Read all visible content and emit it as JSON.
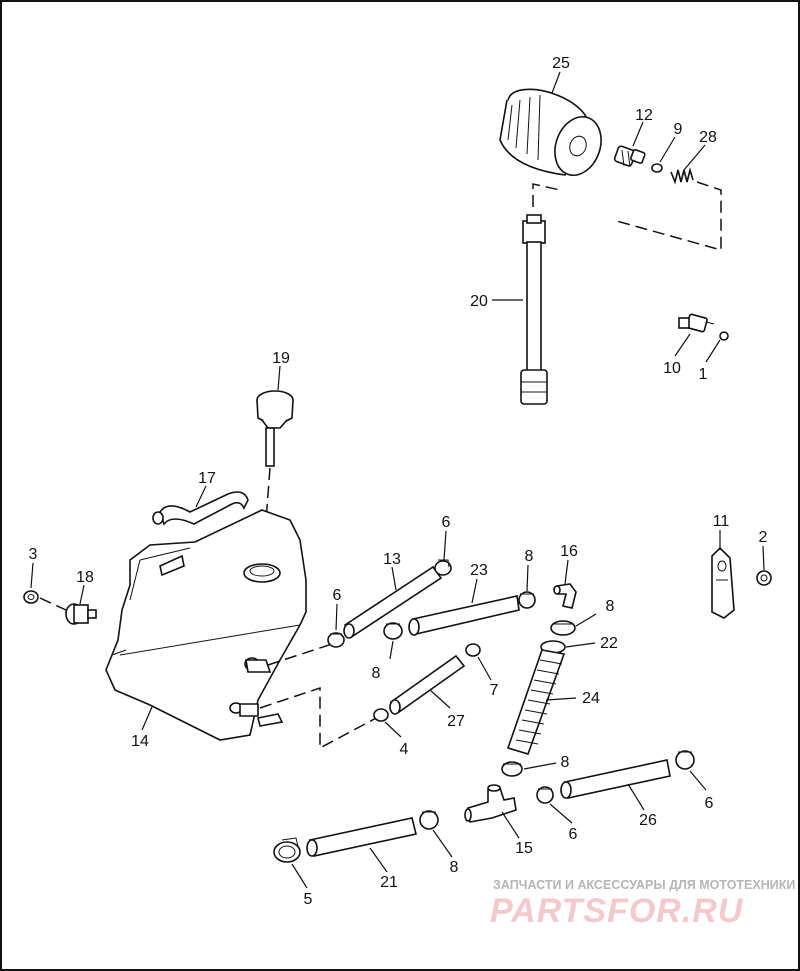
{
  "diagram": {
    "callouts": [
      {
        "id": "25",
        "text": "25"
      },
      {
        "id": "12",
        "text": "12"
      },
      {
        "id": "9",
        "text": "9"
      },
      {
        "id": "28",
        "text": "28"
      },
      {
        "id": "20",
        "text": "20"
      },
      {
        "id": "10",
        "text": "10"
      },
      {
        "id": "1",
        "text": "1"
      },
      {
        "id": "19",
        "text": "19"
      },
      {
        "id": "17",
        "text": "17"
      },
      {
        "id": "3",
        "text": "3"
      },
      {
        "id": "18",
        "text": "18"
      },
      {
        "id": "14",
        "text": "14"
      },
      {
        "id": "6a",
        "text": "6"
      },
      {
        "id": "13",
        "text": "13"
      },
      {
        "id": "6b",
        "text": "6"
      },
      {
        "id": "8a",
        "text": "8"
      },
      {
        "id": "23",
        "text": "23"
      },
      {
        "id": "8b",
        "text": "8"
      },
      {
        "id": "16",
        "text": "16"
      },
      {
        "id": "8c",
        "text": "8"
      },
      {
        "id": "22",
        "text": "22"
      },
      {
        "id": "7",
        "text": "7"
      },
      {
        "id": "27",
        "text": "27"
      },
      {
        "id": "4",
        "text": "4"
      },
      {
        "id": "24",
        "text": "24"
      },
      {
        "id": "11",
        "text": "11"
      },
      {
        "id": "2",
        "text": "2"
      },
      {
        "id": "8d",
        "text": "8"
      },
      {
        "id": "26",
        "text": "26"
      },
      {
        "id": "6c",
        "text": "6"
      },
      {
        "id": "6d",
        "text": "6"
      },
      {
        "id": "15",
        "text": "15"
      },
      {
        "id": "21",
        "text": "21"
      },
      {
        "id": "8e",
        "text": "8"
      },
      {
        "id": "5",
        "text": "5"
      }
    ]
  },
  "watermark": {
    "tagline": "ЗАПЧАСТИ И АКСЕССУАРЫ ДЛЯ МОТОТЕХНИКИ",
    "brand": "PARTSFOR.RU"
  }
}
